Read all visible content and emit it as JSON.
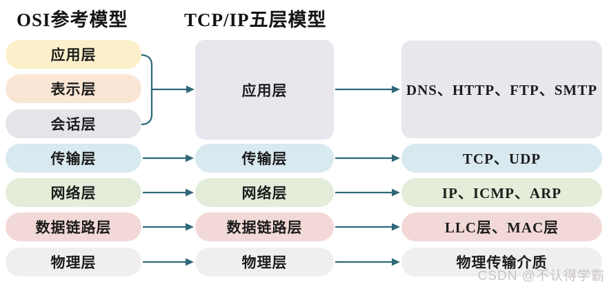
{
  "titles": {
    "osi": "OSI参考模型",
    "tcpip": "TCP/IP五层模型"
  },
  "osi_model": {
    "layers": [
      {
        "label": "应用层"
      },
      {
        "label": "表示层"
      },
      {
        "label": "会话层"
      },
      {
        "label": "传输层"
      },
      {
        "label": "网络层"
      },
      {
        "label": "数据链路层"
      },
      {
        "label": "物理层"
      }
    ]
  },
  "tcpip_model": {
    "layers": [
      {
        "label": "应用层"
      },
      {
        "label": "传输层"
      },
      {
        "label": "网络层"
      },
      {
        "label": "数据链路层"
      },
      {
        "label": "物理层"
      }
    ]
  },
  "protocols": {
    "items": [
      {
        "label": "DNS、HTTP、FTP、SMTP"
      },
      {
        "label": "TCP、UDP"
      },
      {
        "label": "IP、ICMP、ARP"
      },
      {
        "label": "LLC层、MAC层"
      },
      {
        "label": "物理传输介质"
      }
    ]
  },
  "colors": {
    "application_yellow": "#FBF0C9",
    "presentation_peach": "#FAE6D5",
    "session_lavender": "#E7E3EB",
    "transport_blue": "#D8E9EF",
    "network_green": "#E3EDD9",
    "datalink_pink": "#F2D9D7",
    "physical_gray": "#F0EFEF",
    "bigbox_lavender": "#E9E6EE",
    "arrow_teal": "#2F6878",
    "text": "#1A1A1A",
    "watermark_gray": "#C9C3C6"
  },
  "watermark": "CSDN @不认得学霸"
}
